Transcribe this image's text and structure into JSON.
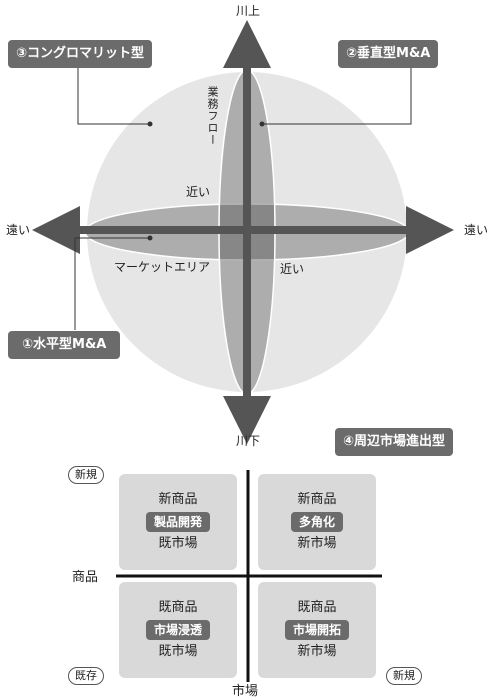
{
  "top_diagram": {
    "axis_top": "川上",
    "axis_bottom": "川下",
    "axis_left": "遠い",
    "axis_right": "遠い",
    "vertical_ellipse_label": "業務フロー",
    "horizontal_ellipse_label": "マーケットエリア",
    "near_upper": "近い",
    "near_lower": "近い",
    "types": [
      {
        "label": "③コングロマリット型"
      },
      {
        "label": "②垂直型M&A"
      },
      {
        "label": "①水平型M&A"
      },
      {
        "label": "④周辺市場進出型"
      }
    ]
  },
  "matrix": {
    "y_axis_label": "商品",
    "x_axis_label": "市場",
    "corner_top_left": "新規",
    "corner_bottom_left": "既存",
    "corner_bottom_right": "新規",
    "quadrants": [
      {
        "top": "新商品",
        "badge": "製品開発",
        "bottom": "既市場"
      },
      {
        "top": "新商品",
        "badge": "多角化",
        "bottom": "新市場"
      },
      {
        "top": "既商品",
        "badge": "市場浸透",
        "bottom": "既市場"
      },
      {
        "top": "既商品",
        "badge": "市場開拓",
        "bottom": "新市場"
      }
    ]
  },
  "colors": {
    "sphere": "#e6e6e6",
    "ellipse": "#9a9a9a",
    "arrow": "#555555",
    "box": "#6b6b6b",
    "quad": "#d9d9d9"
  }
}
